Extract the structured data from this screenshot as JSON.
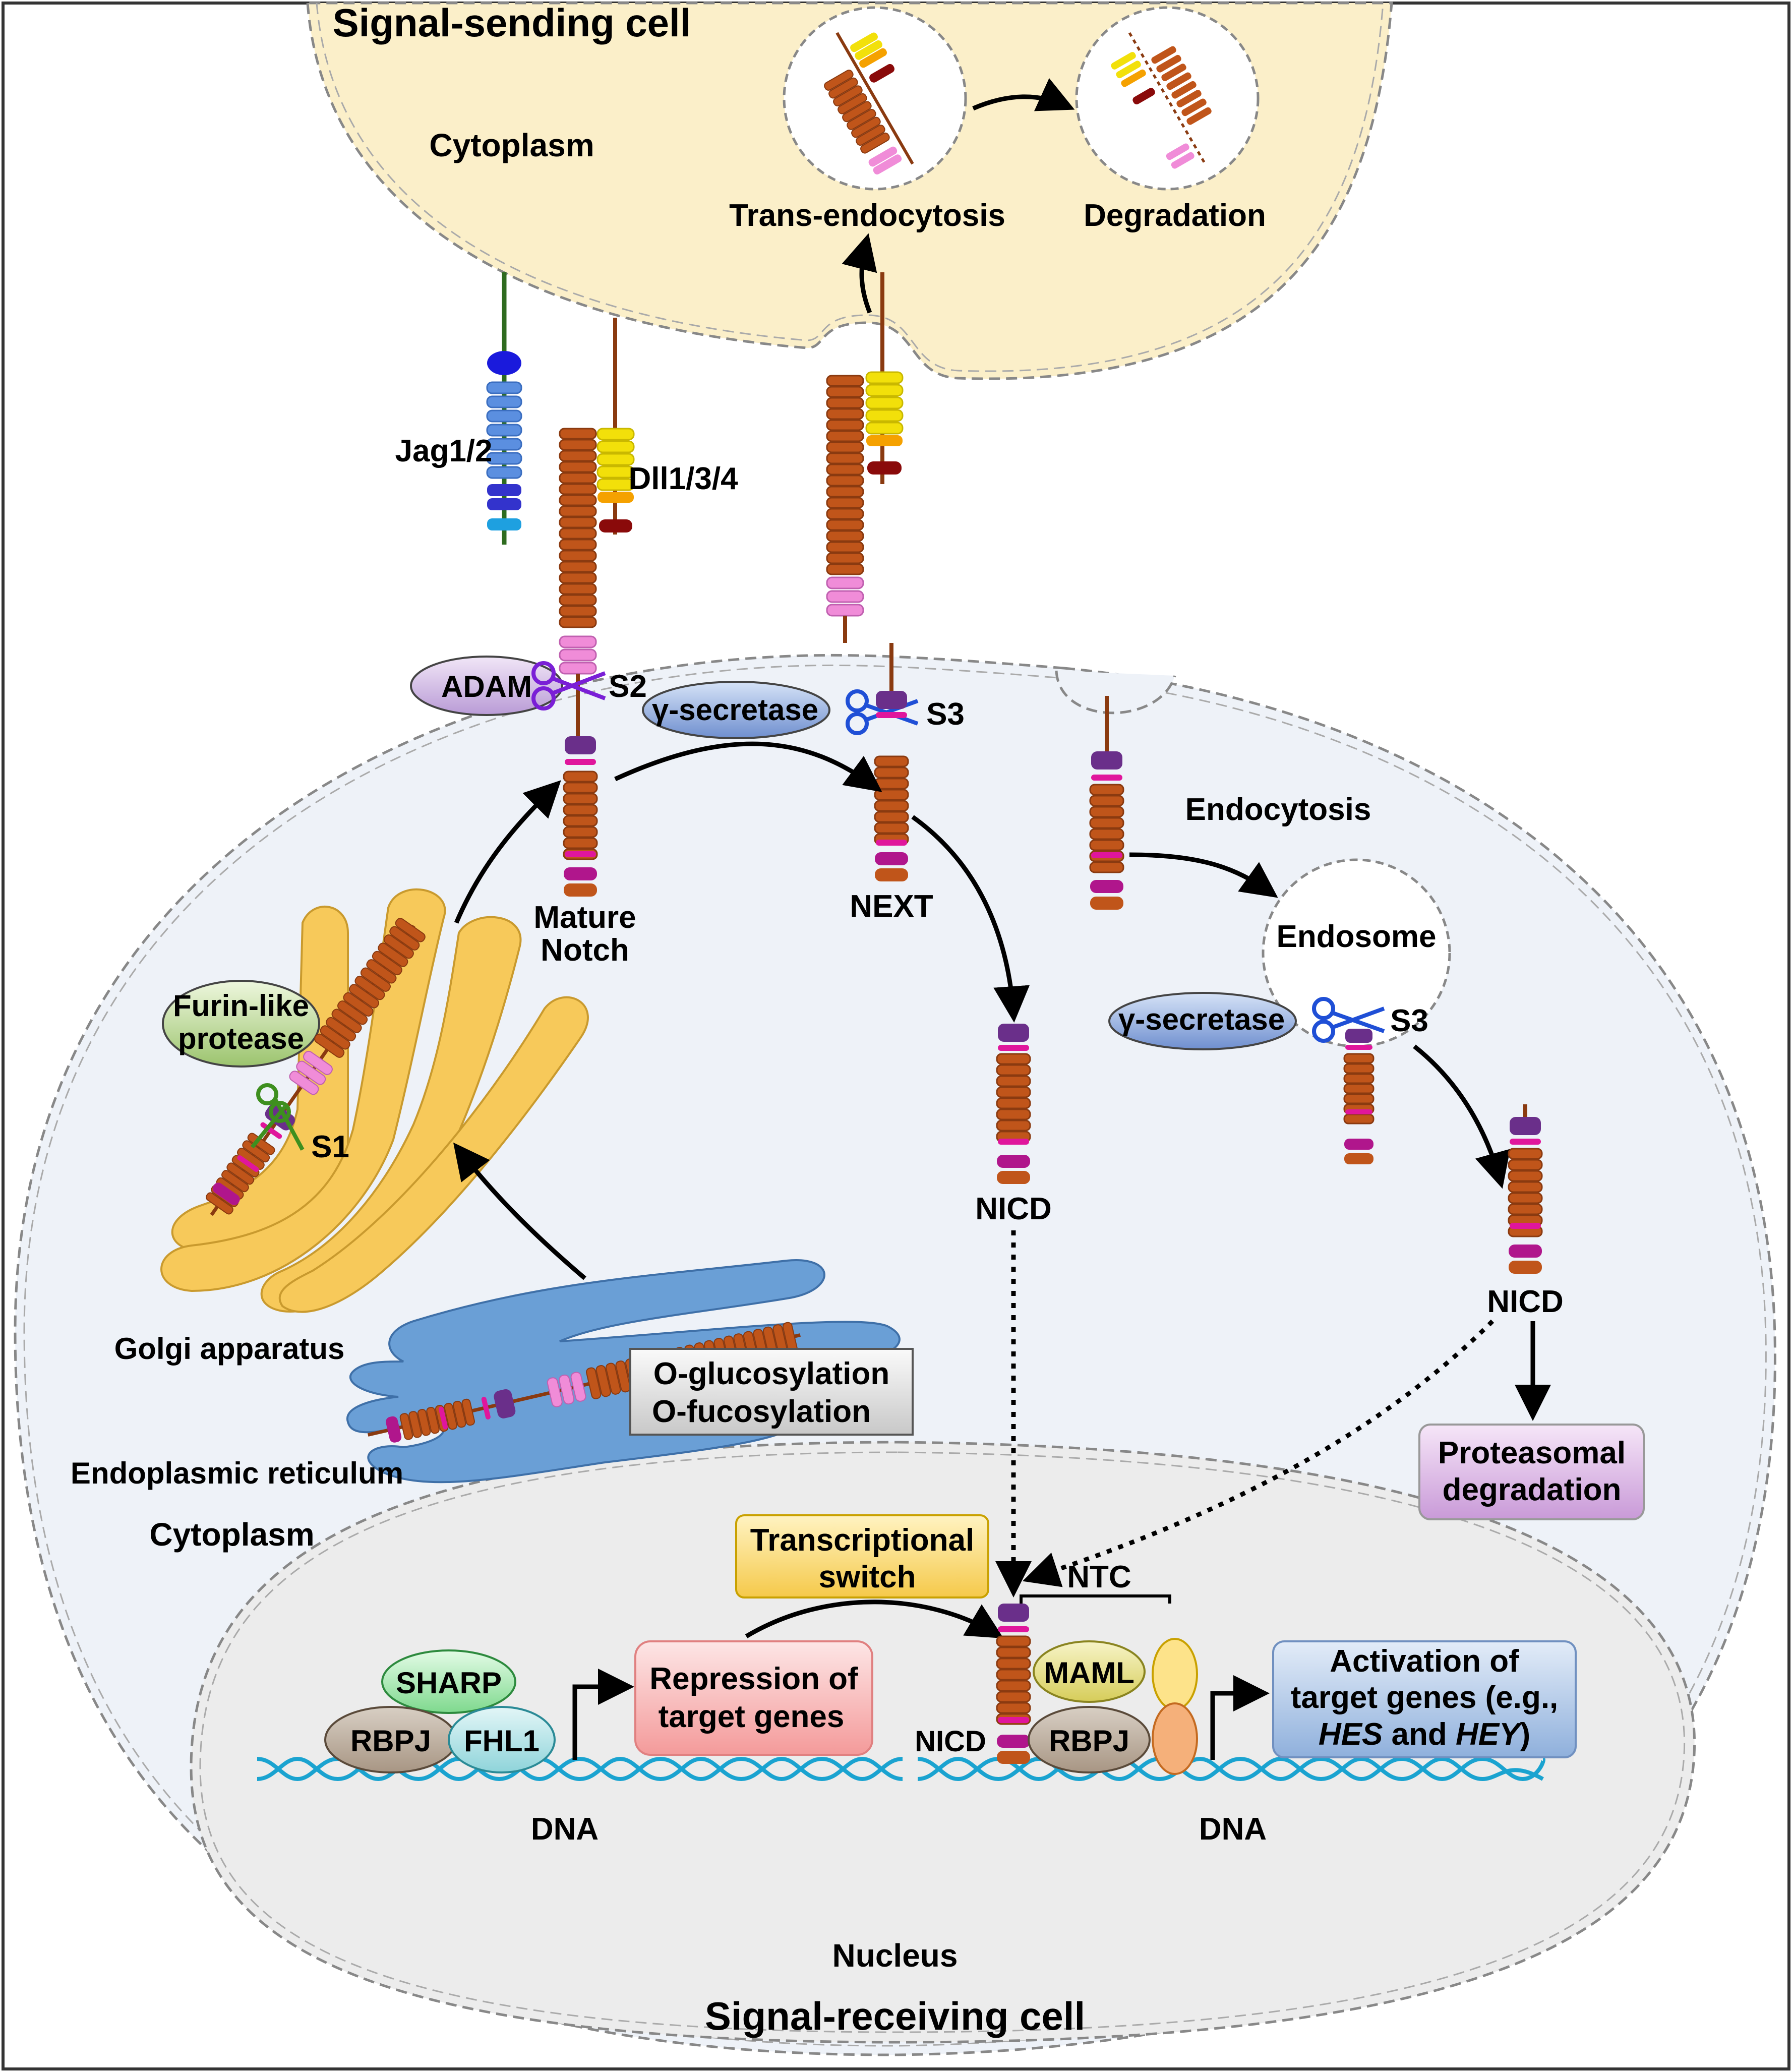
{
  "cells": {
    "sending_title": "Signal-sending cell",
    "sending_cytoplasm": "Cytoplasm",
    "receiving_title": "Signal-receiving cell",
    "receiving_cytoplasm": "Cytoplasm",
    "nucleus": "Nucleus"
  },
  "ligands": {
    "jag": "Jag1/2",
    "dll": "Dll1/3/4"
  },
  "processes": {
    "trans_endocytosis": "Trans-endocytosis",
    "degradation": "Degradation",
    "endocytosis": "Endocytosis",
    "endosome": "Endosome",
    "mature_notch_line1": "Mature",
    "mature_notch_line2": "Notch",
    "next": "NEXT",
    "nicd": "NICD",
    "golgi": "Golgi apparatus",
    "er": "Endoplasmic reticulum"
  },
  "enzymes": {
    "adam": "ADAM",
    "gamma_secretase": "γ-secretase",
    "furin_line1": "Furin-like",
    "furin_line2": "protease",
    "s1": "S1",
    "s2": "S2",
    "s3": "S3"
  },
  "glycosylation": {
    "line1": "O-glucosylation",
    "line2": "O-fucosylation"
  },
  "proteasome": {
    "line1": "Proteasomal",
    "line2": "degradation"
  },
  "nuclear": {
    "switch_line1": "Transcriptional",
    "switch_line2": "switch",
    "ntc": "NTC",
    "sharp": "SHARP",
    "rbpj": "RBPJ",
    "fhl1": "FHL1",
    "maml": "MAML",
    "repression_line1": "Repression of",
    "repression_line2": "target genes",
    "activation_line1": "Activation of",
    "activation_line2": "target genes (e.g.,",
    "activation_hes": "HES",
    "activation_and": " and ",
    "activation_hey": "HEY",
    "activation_close": ")",
    "dna": "DNA",
    "nicd": "NICD"
  },
  "colors": {
    "sending_fill": "#fbefc9",
    "receiving_fill": "#eef2f8",
    "nucleus_fill": "#ececec",
    "notch_brown": "#c0551a",
    "pink": "#f08cd8",
    "magenta": "#e0169c",
    "purple": "#6a2f8a",
    "dna": "#1aa3d0",
    "golgi": "#f7c95a",
    "er": "#6a9fd6"
  }
}
